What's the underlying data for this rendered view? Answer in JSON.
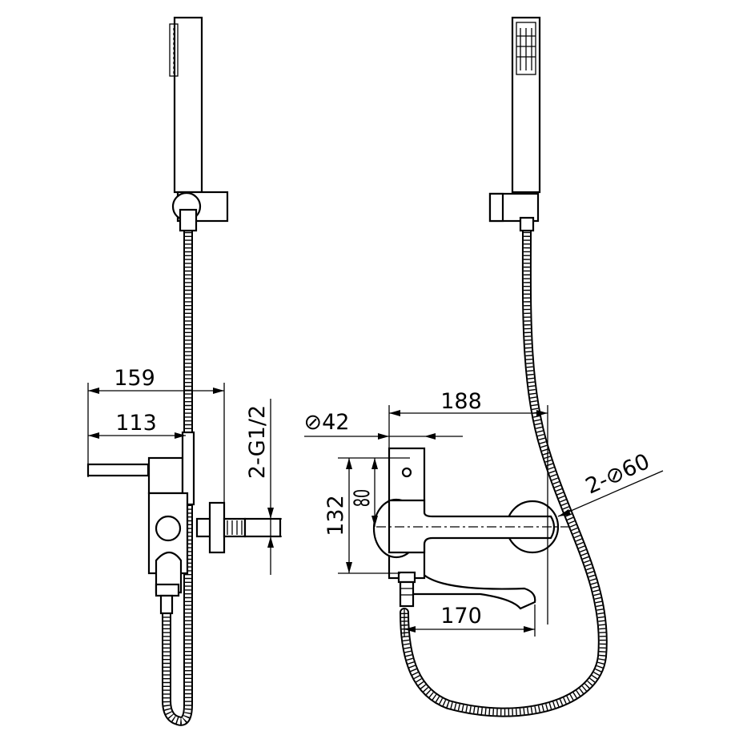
{
  "dimensions": {
    "left_overall_width": "159",
    "left_lever_width": "113",
    "left_thread": "2-G1/2",
    "right_square": "⊘42",
    "right_reach": "188",
    "right_height": "132",
    "right_center_height": "80",
    "right_spout": "170",
    "right_escutcheon": "2-⊘60"
  }
}
